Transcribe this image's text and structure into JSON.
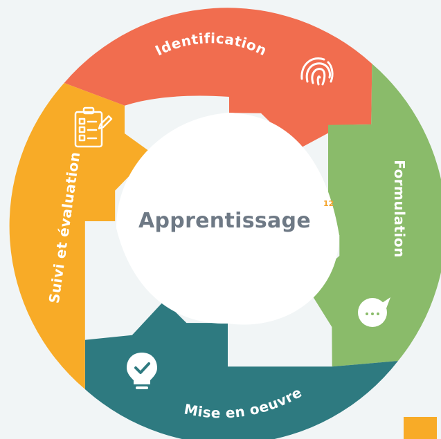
{
  "center": {
    "title": "Apprentissage",
    "superscript": "12"
  },
  "segments": [
    {
      "label": "Identification",
      "color": "#f16d4f",
      "icon": "fingerprint-icon"
    },
    {
      "label": "Formulation",
      "color": "#8abb6a",
      "icon": "chat-bubble-icon"
    },
    {
      "label": "Mise en oeuvre",
      "color": "#2e7a80",
      "icon": "lightbulb-check-icon"
    },
    {
      "label": "Suivi et évaluation",
      "color": "#f8ab27",
      "icon": "clipboard-checklist-icon"
    }
  ],
  "corner_square_color": "#f8ab27"
}
